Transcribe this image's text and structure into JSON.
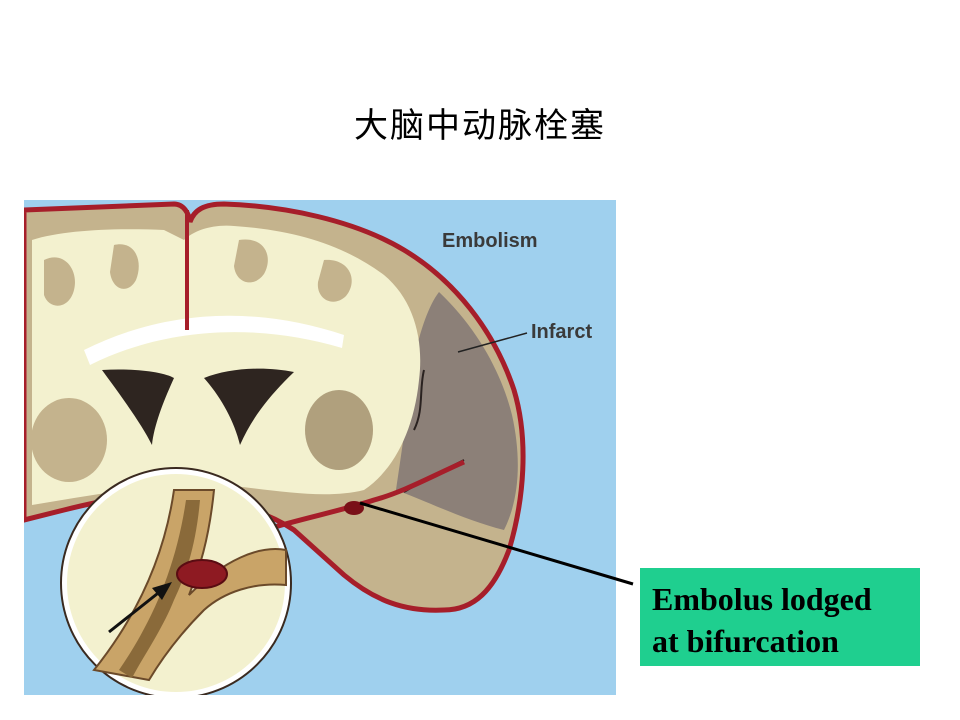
{
  "slide": {
    "title": "大脑中动脉栓塞"
  },
  "figure": {
    "heading": "Embolism",
    "infarct_label": "Infarct"
  },
  "callout": {
    "line1": "Embolus lodged",
    "line2": "at bifurcation"
  },
  "colors": {
    "background_blue": "#9fd0ee",
    "white_matter": "#f3f1cf",
    "gray_matter": "#c4b38d",
    "infarct": "#8c8078",
    "vessel_red": "#a61e2a",
    "callout_green": "#1fcf8f"
  }
}
